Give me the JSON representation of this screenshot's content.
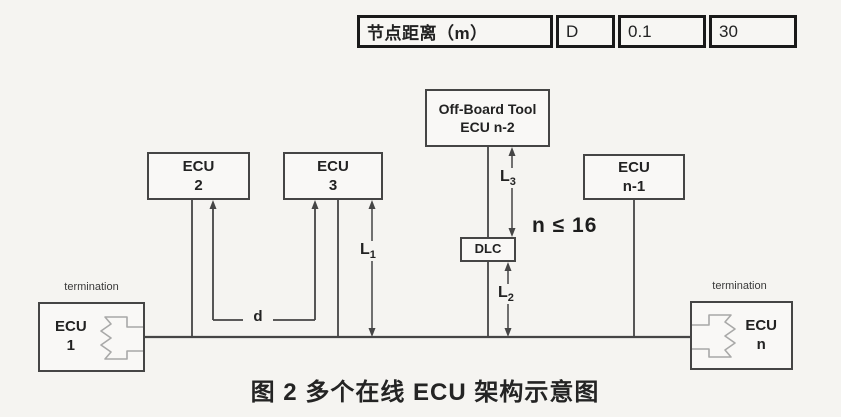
{
  "table": {
    "cells": [
      "节点距离（m）",
      "D",
      "0.1",
      "30"
    ]
  },
  "diagram": {
    "boxes": {
      "offboard": {
        "line1": "Off-Board Tool",
        "line2": "ECU n-2"
      },
      "ecu2": {
        "line1": "ECU",
        "line2": "2"
      },
      "ecu3": {
        "line1": "ECU",
        "line2": "3"
      },
      "ecu_n_minus_1": {
        "line1": "ECU",
        "line2": "n-1"
      },
      "dlc": {
        "label": "DLC"
      },
      "ecu1": {
        "line1": "ECU",
        "line2": "1",
        "termination": "termination"
      },
      "ecu_n": {
        "line1": "ECU",
        "line2": "n",
        "termination": "termination"
      }
    },
    "labels": {
      "constraint": "n ≤ 16",
      "d": "d",
      "L1": {
        "main": "L",
        "sub": "1"
      },
      "L2": {
        "main": "L",
        "sub": "2"
      },
      "L3": {
        "main": "L",
        "sub": "3"
      }
    }
  },
  "caption": "图 2 多个在线 ECU 架构示意图",
  "colors": {
    "line": "#454545",
    "table_border": "#191919",
    "background": "#f5f4f1",
    "text": "#1e1e1e"
  }
}
